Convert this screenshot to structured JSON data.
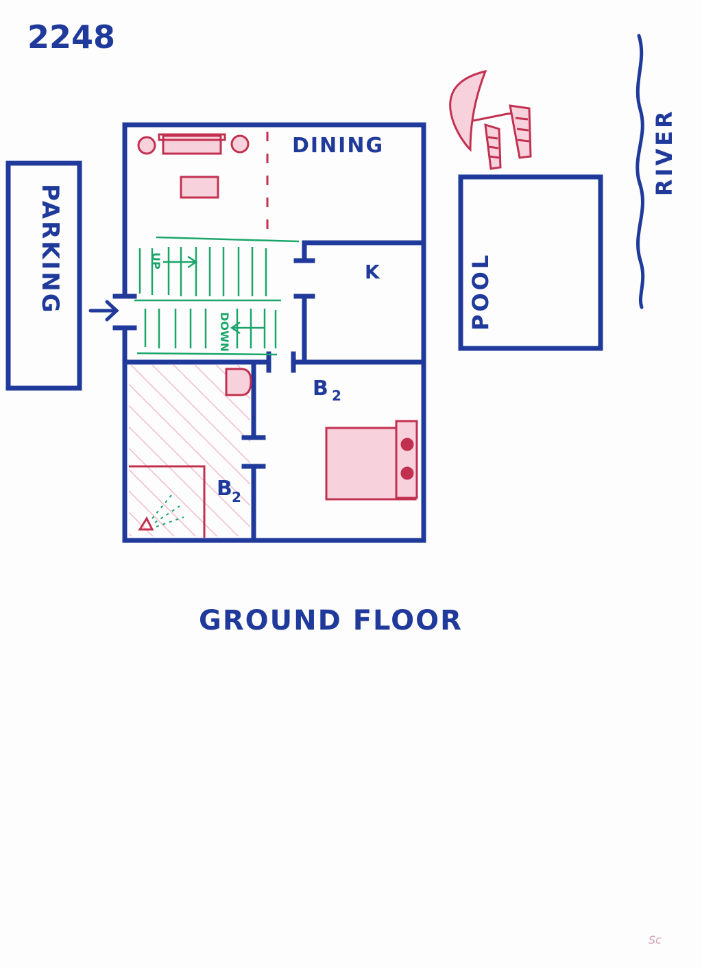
{
  "sheet": {
    "number": "2248",
    "signature": "Sc"
  },
  "labels": {
    "parking": "PARKING",
    "dining": "DINING",
    "kitchen": "K",
    "pool": "POOL",
    "river": "RIVER",
    "bath": "B",
    "bath_sub": "2",
    "bedroom": "B",
    "bedroom_sub": "2",
    "stairs_up": "UP",
    "stairs_down": "DOWN",
    "title": "GROUND FLOOR"
  },
  "colors": {
    "wall": "#1f3a9a",
    "furniture_stroke": "#c23050",
    "furniture_fill": "#f7d2dc",
    "stairs": "#1aa56a",
    "hatch": "#f0bccc",
    "paper": "#fdfdfd"
  }
}
